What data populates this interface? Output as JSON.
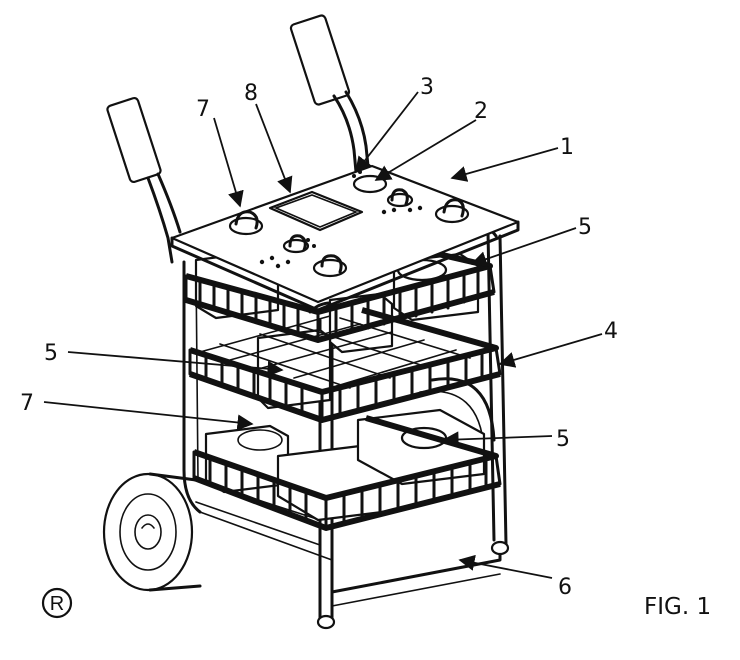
{
  "figure": {
    "label": "FIG. 1"
  },
  "registered_mark": "R",
  "callouts": [
    {
      "id": "c1",
      "text": "1"
    },
    {
      "id": "c2",
      "text": "2"
    },
    {
      "id": "c3",
      "text": "3"
    },
    {
      "id": "c4",
      "text": "4"
    },
    {
      "id": "c5a",
      "text": "5"
    },
    {
      "id": "c5b",
      "text": "5"
    },
    {
      "id": "c5c",
      "text": "5"
    },
    {
      "id": "c6",
      "text": "6"
    },
    {
      "id": "c7a",
      "text": "7"
    },
    {
      "id": "c7b",
      "text": "7"
    },
    {
      "id": "c8",
      "text": "8"
    }
  ]
}
